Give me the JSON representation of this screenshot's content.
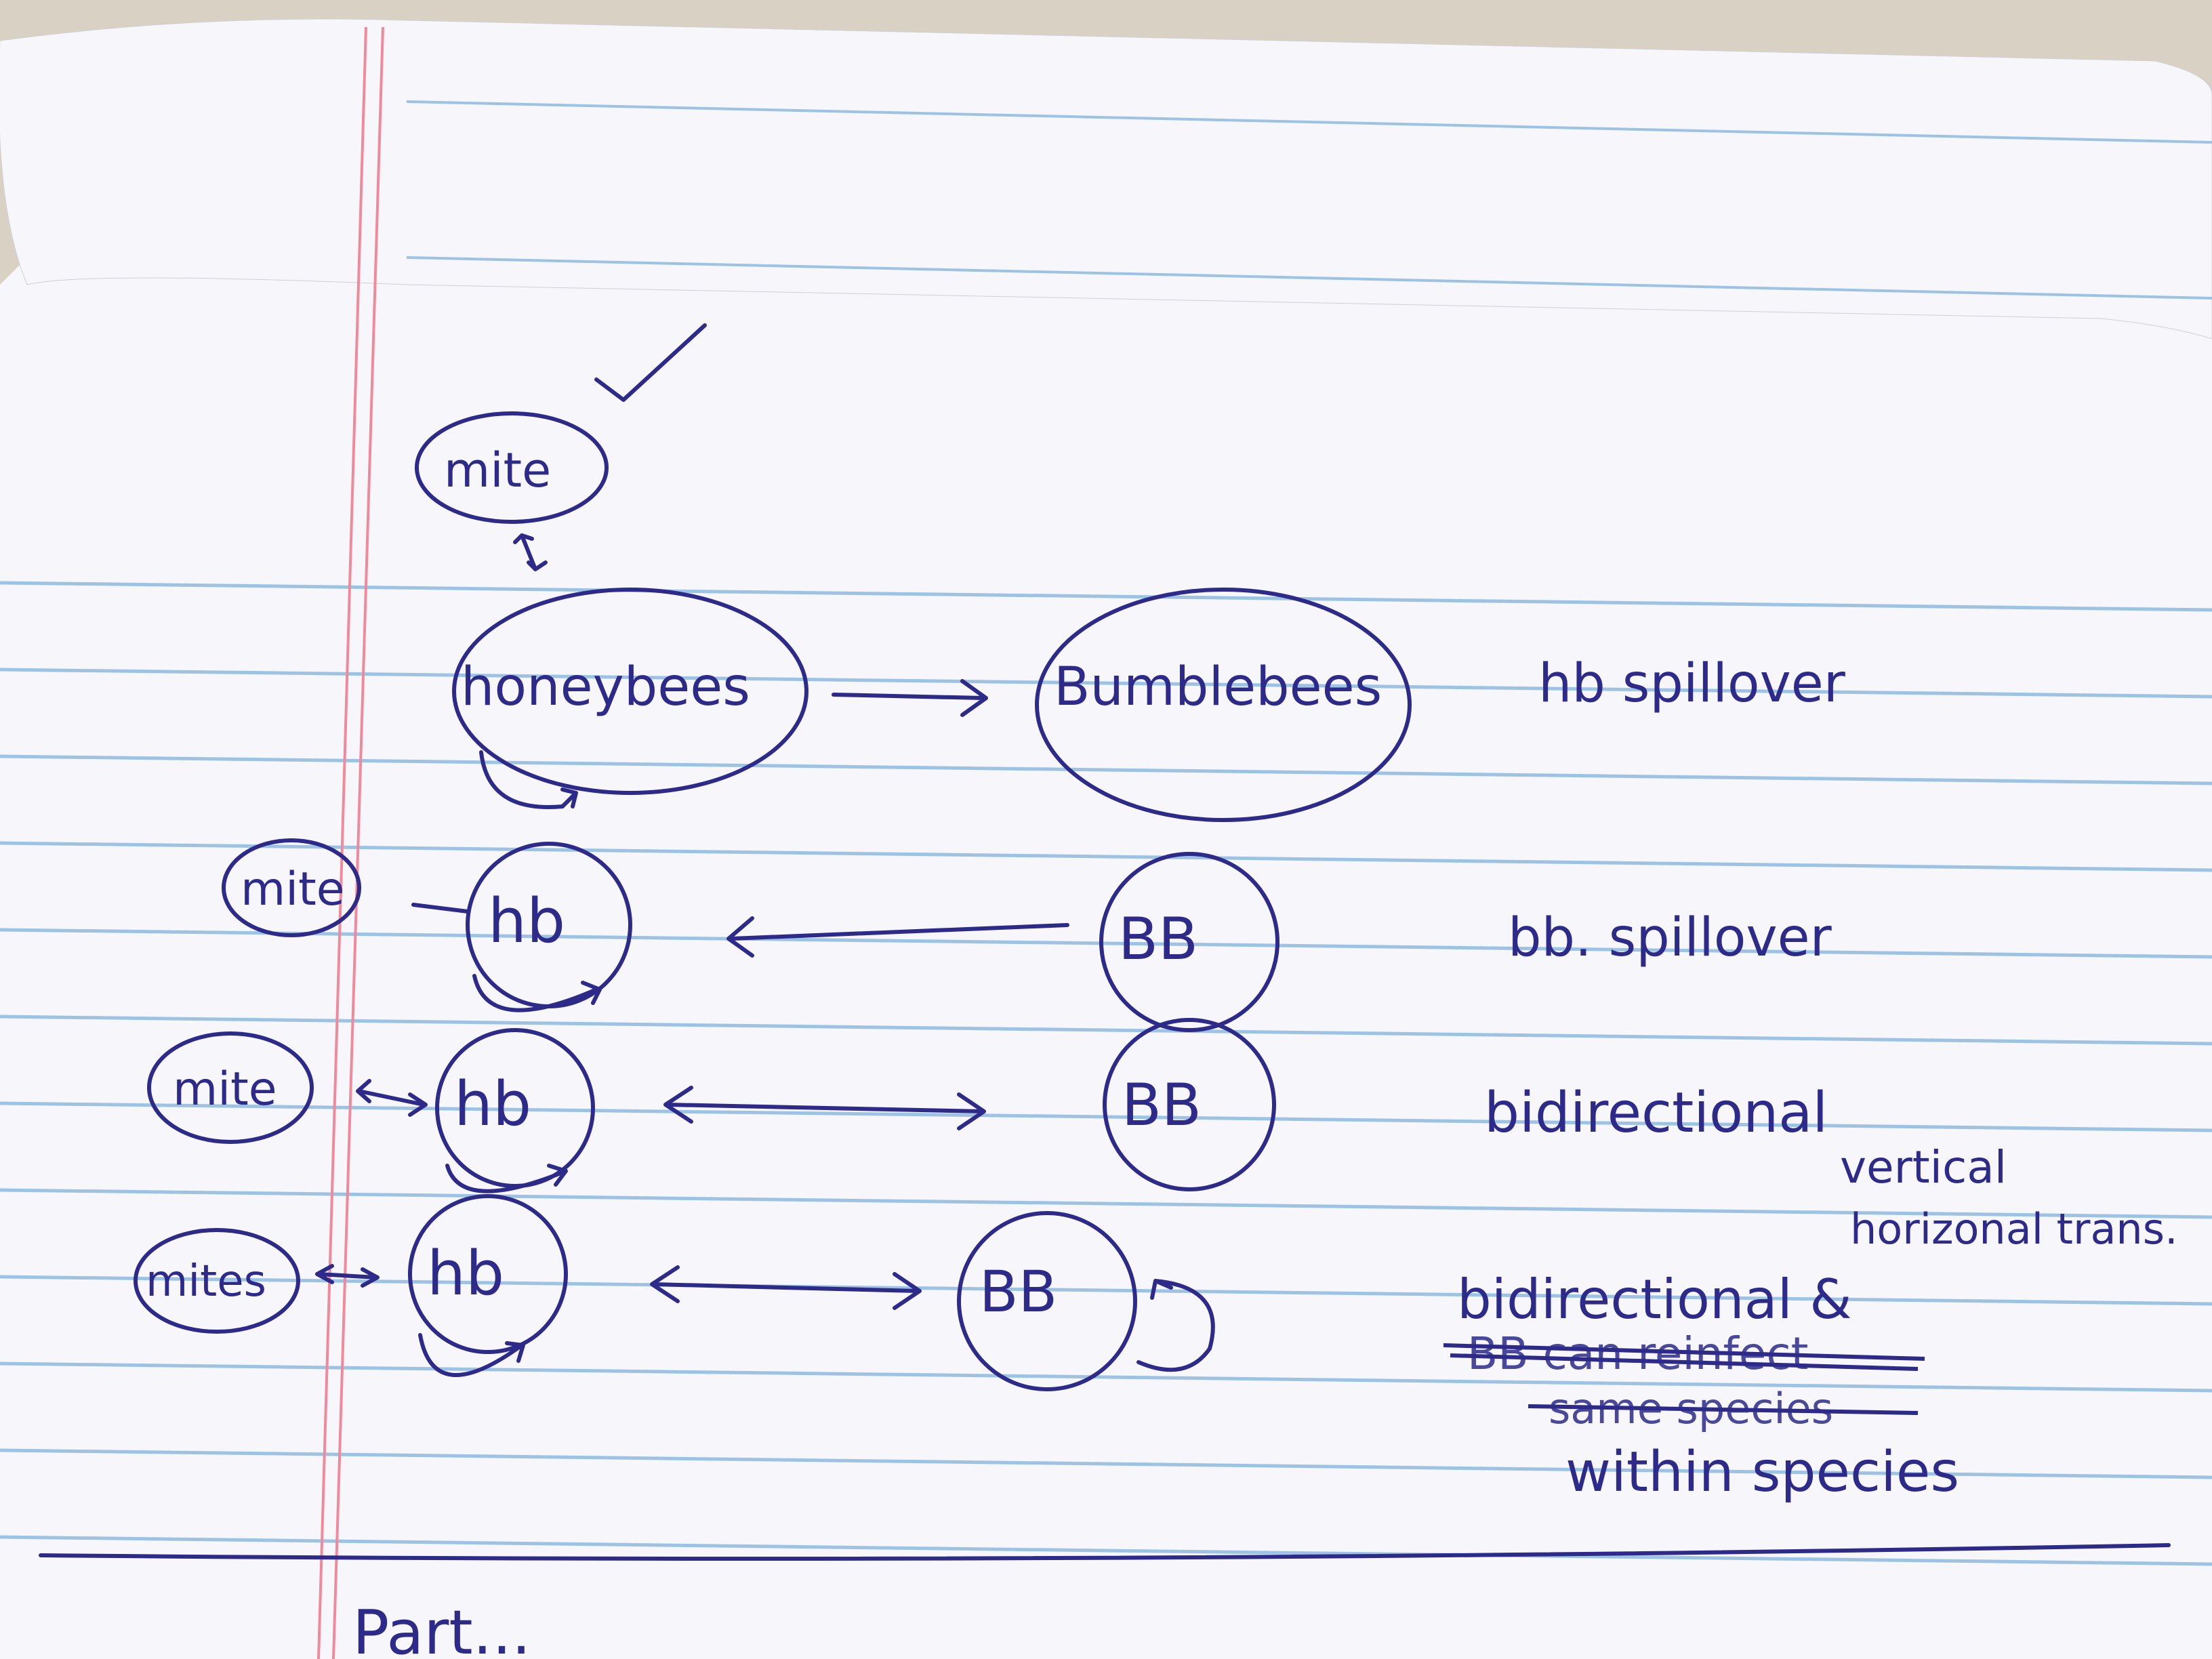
{
  "colors": {
    "ink": "#2d2a8a",
    "paper": "#f7f7fb",
    "rule_line": "#9cc3e3",
    "margin_line": "#f08a9a",
    "desk": "#d9d2c4"
  },
  "diagram": {
    "row1": {
      "mite": "mite",
      "host": "honeybees",
      "target": "Bumblebees",
      "label": "hb spillover"
    },
    "row2": {
      "mite": "mite",
      "host": "hb",
      "target": "BB",
      "label": "bb. spillover"
    },
    "row3": {
      "mite": "mite",
      "host": "hb",
      "target": "BB",
      "label": "bidirectional"
    },
    "row4": {
      "mite": "mites",
      "host": "hb",
      "target": "BB",
      "label": "bidirectional &",
      "struck_1": "BB can reinfect",
      "struck_2": "same species",
      "label_cont": "within species",
      "note_vertical": "vertical",
      "note_horizontal": "horizonal trans."
    },
    "footer_partial": "Part..."
  }
}
